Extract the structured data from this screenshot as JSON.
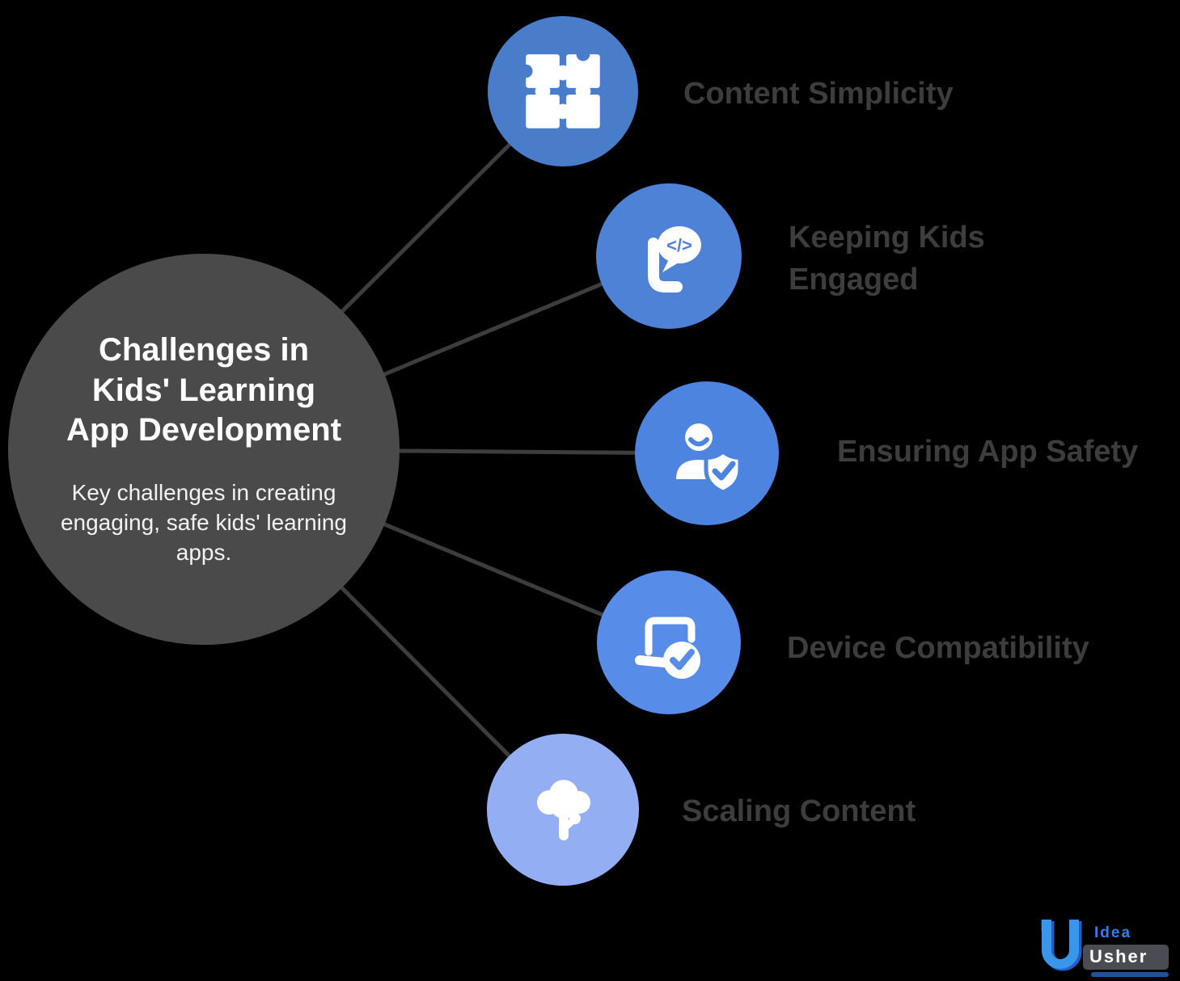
{
  "style": {
    "background_color": "#000000",
    "line_color": "#3d3d3d",
    "label_color": "#3d3d3d"
  },
  "center": {
    "title": "Challenges in Kids' Learning App Development",
    "subtitle": "Key challenges in creating engaging, safe kids' learning apps.",
    "bg_color": "#4a4a4a"
  },
  "nodes": [
    {
      "label": "Content Simplicity",
      "icon": "puzzle-icon",
      "color": "#4a7dc9"
    },
    {
      "label": "Keeping Kids Engaged",
      "icon": "code-chat-icon",
      "color": "#4e82d6",
      "code_glyph": "</>"
    },
    {
      "label": "Ensuring App Safety",
      "icon": "user-shield-icon",
      "color": "#4c84e0"
    },
    {
      "label": "Device Compatibility",
      "icon": "laptop-check-icon",
      "color": "#578ce9"
    },
    {
      "label": "Scaling Content",
      "icon": "tree-icon",
      "color": "#93aef3"
    }
  ],
  "logo": {
    "idea_text": "Idea",
    "usher_text": "Usher",
    "accent_color": "#2e7ef5"
  }
}
